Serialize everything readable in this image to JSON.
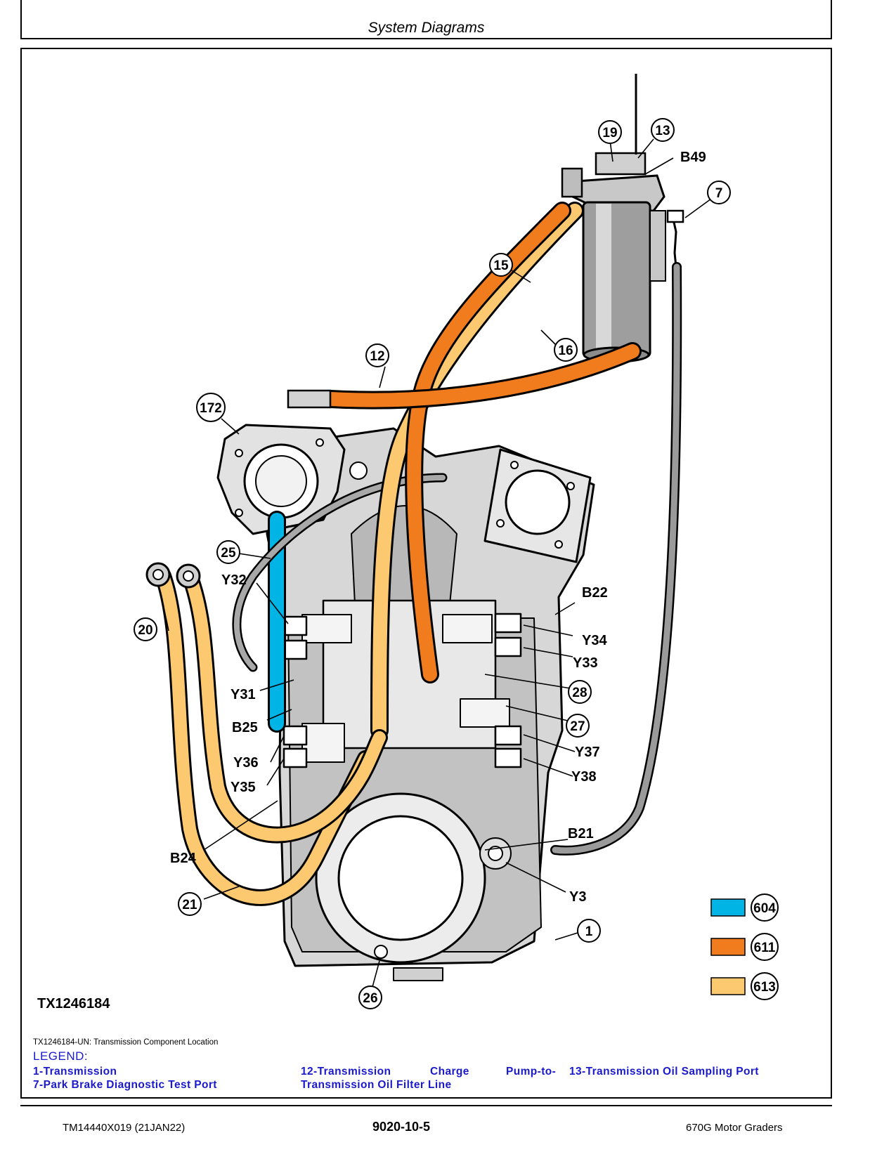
{
  "header": {
    "title": "System Diagrams"
  },
  "figure": {
    "id": "TX1246184",
    "caption": "TX1246184-UN: Transmission Component Location",
    "callouts": [
      "19",
      "13",
      "7",
      "15",
      "16",
      "12",
      "172",
      "25",
      "20",
      "21",
      "26",
      "1",
      "28",
      "27"
    ],
    "labels": [
      "B49",
      "B22",
      "Y32",
      "Y34",
      "Y33",
      "Y31",
      "B25",
      "Y36",
      "Y35",
      "Y37",
      "Y38",
      "B21",
      "Y3",
      "B24"
    ],
    "color_key": [
      {
        "code": "604",
        "color": "#00b4e6"
      },
      {
        "code": "611",
        "color": "#f07c1e"
      },
      {
        "code": "613",
        "color": "#fcc870"
      }
    ]
  },
  "legend": {
    "heading": "LEGEND:",
    "items": [
      "1-Transmission",
      "7-Park Brake Diagnostic Test Port",
      "12-Transmission",
      "Charge",
      "Pump-to-",
      "Transmission Oil Filter Line",
      "13-Transmission Oil Sampling Port"
    ]
  },
  "footer": {
    "left": "TM14440X019 (21JAN22)",
    "center": "9020-10-5",
    "right": "670G Motor Graders"
  }
}
